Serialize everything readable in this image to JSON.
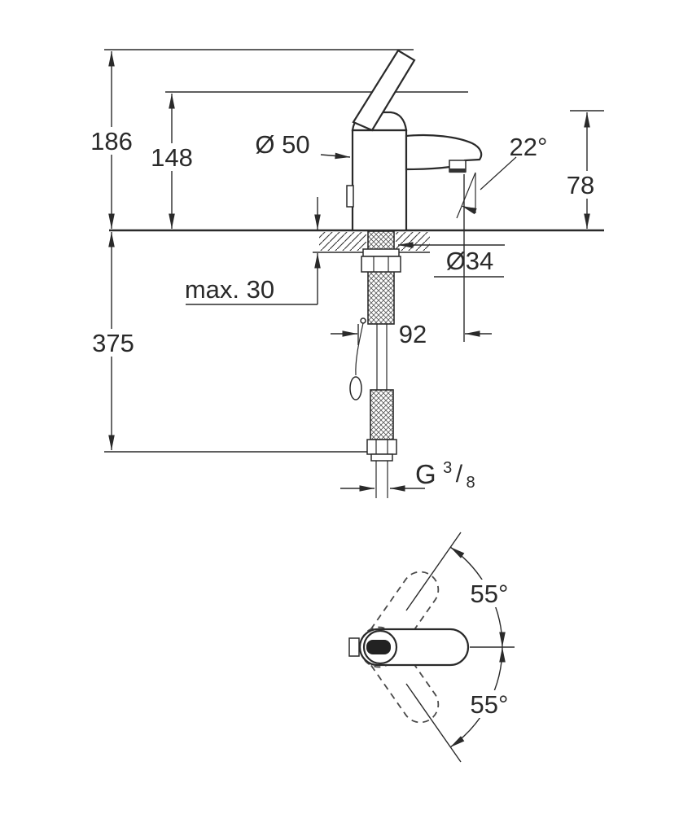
{
  "diagram": {
    "type": "technical-dimension-drawing",
    "subject": "single-lever-basin-mixer-faucet",
    "colors": {
      "line": "#2a2a2a",
      "background": "#ffffff"
    },
    "labels": {
      "total_height": "186",
      "spout_top_height": "148",
      "base_diameter": "Ø 50",
      "spout_angle": "22°",
      "outlet_height": "78",
      "max_mounting_thickness": "max. 30",
      "hole_diameter": "Ø34",
      "supply_length": "375",
      "projection": "92",
      "thread": {
        "prefix": "G",
        "numerator": "3",
        "slash": "/",
        "denominator": "8"
      },
      "swing_angle_upper": "55°",
      "swing_angle_lower": "55°"
    }
  }
}
